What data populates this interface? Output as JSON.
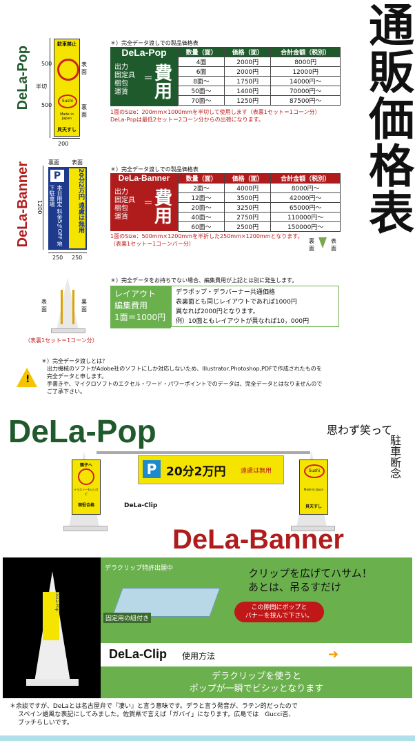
{
  "title": "通販価格表",
  "pop": {
    "side_label": "DeLa-Pop",
    "dims": {
      "h1": "500",
      "h2": "500",
      "w": "200",
      "cut": "半切"
    },
    "face_labels": {
      "front": "表面",
      "back": "裏面"
    },
    "sign_top": "駐車禁止",
    "sign_made": "Made in Japan",
    "sign_bottom": "貝天すし",
    "sign_sushi": "Sushi",
    "table_heading": "＊）完全データ渡しでの製品価格表",
    "brand": "DeLa-Pop",
    "headers": [
      "数量（面）",
      "価格（面）",
      "合計金額（税別）"
    ],
    "rows": [
      [
        "4面",
        "2000円",
        "8000円"
      ],
      [
        "6面",
        "2000円",
        "12000円"
      ],
      [
        "8面～",
        "1750円",
        "14000円～"
      ],
      [
        "50面～",
        "1400円",
        "70000円～"
      ],
      [
        "70面～",
        "1250円",
        "87500円～"
      ]
    ],
    "cost_items": [
      "出力",
      "固定具",
      "梱包",
      "運賃"
    ],
    "cost_eq": "＝",
    "cost_big": "費用",
    "note1": "1面のSize：200mm×1000mmを半切して使用します（表裏1セット＝1コーン分）",
    "note2": "DeLa-Popは最低2セット＝2コーン分からの出荷になります。"
  },
  "banner": {
    "side_label": "DeLa-Banner",
    "dims": {
      "h": "1200",
      "w1": "250",
      "w2": "250"
    },
    "face_labels": {
      "front": "表面",
      "back": "裏面"
    },
    "sign_left": "本日限定 料金5％OFF 地下駐車場",
    "sign_right": "20分2万円 遠慮は無用",
    "table_heading": "＊）完全データ渡しでの製品価格表",
    "brand": "DeLa-Banner",
    "headers": [
      "数量（面）",
      "価格（面）",
      "合計金額（税別）"
    ],
    "rows": [
      [
        "2面～",
        "4000円",
        "8000円～"
      ],
      [
        "12面～",
        "3500円",
        "42000円～"
      ],
      [
        "20面～",
        "3250円",
        "65000円～"
      ],
      [
        "40面～",
        "2750円",
        "110000円～"
      ],
      [
        "60面～",
        "2500円",
        "150000円～"
      ]
    ],
    "cost_items": [
      "出力",
      "固定具",
      "梱包",
      "運賃"
    ],
    "cost_eq": "＝",
    "cost_big": "費用",
    "note1": "1面のSize：500mm×1200mmを半折した250mm×1200mmとなります。",
    "note2": "（表裏1セット＝1コーンバー分）",
    "mini_labels": {
      "back": "裏面",
      "front": "表面"
    }
  },
  "layout_fee": {
    "heading": "＊）完全データをお持ちでない場合、編集費用が上記とは別に発生します。",
    "box_lines": [
      "レイアウト",
      "編集費用",
      "1面＝1000円"
    ],
    "desc": [
      "デラポップ・デラバーナー共通価格",
      "表裏面とも同じレイアウトであれば1000円",
      "異なれば2000円となります。",
      "例）10面ともレイアウトが異なれば10，000円"
    ],
    "cone_labels": {
      "back": "表面",
      "front": "裏面"
    },
    "set_note": "（表裏1セット＝1コーン分）"
  },
  "warning": {
    "lines": [
      "＊）完全データ渡しとは？",
      "出力機械のソフトがAdobe社のソフトにしか対応しないため、Illustrator,Photoshop,PDFで作成されたものを",
      "完全データと申します。",
      "手書きや、マイクロソフトのエクセル・ワード・パワーポイントでのデータは、完全データとはなりませんので",
      "ご了承下さい。"
    ]
  },
  "illustration": {
    "dela_pop": "DeLa-Pop",
    "dela_banner": "DeLa-Banner",
    "dela_clip": "DeLa-Clip",
    "catch1": "思わず笑って",
    "catch2": "駐車断念",
    "banner_text": "20分2万円",
    "banner_sub": "遠慮は無用",
    "p": "P",
    "pop_top": "親子へ",
    "pop_mid": "イラストーもいいけど",
    "pop_bot": "現役合格",
    "sushi": "Sushi",
    "made": "Made in Japan",
    "kaiten": "貝天すし"
  },
  "clip": {
    "patent": "デラクリップ特許出願中",
    "big1": "クリップを広げてハサム！",
    "big2": "あとは、吊るすだけ",
    "bubble1": "この隙間にポップと",
    "bubble2": "バナーを挟んで下さい。",
    "string_label": "固定用の紐付き",
    "usage_brand": "DeLa-Clip",
    "usage_text": "使用方法",
    "bottom1": "デラクリップを使うと",
    "bottom2": "ポップが一瞬でビシッとなります",
    "cone_text": "DeLa-Pop"
  },
  "footer": {
    "lines": [
      "＊余談ですが、DeLaとは名古屋弁で『凄い』と言う意味です。デラと言う発音が、ラテン的だったので",
      "スペイン語風な表記にしてみました。佐賀県で言えば「ガバイ」になります。広島では　Gucci否、",
      "ブッチらしいです。"
    ]
  },
  "colors": {
    "green": "#1f5a2c",
    "red": "#b01c1c",
    "yellow": "#f5e400",
    "panel": "#6ab04c",
    "blue": "#1d3a8c"
  }
}
